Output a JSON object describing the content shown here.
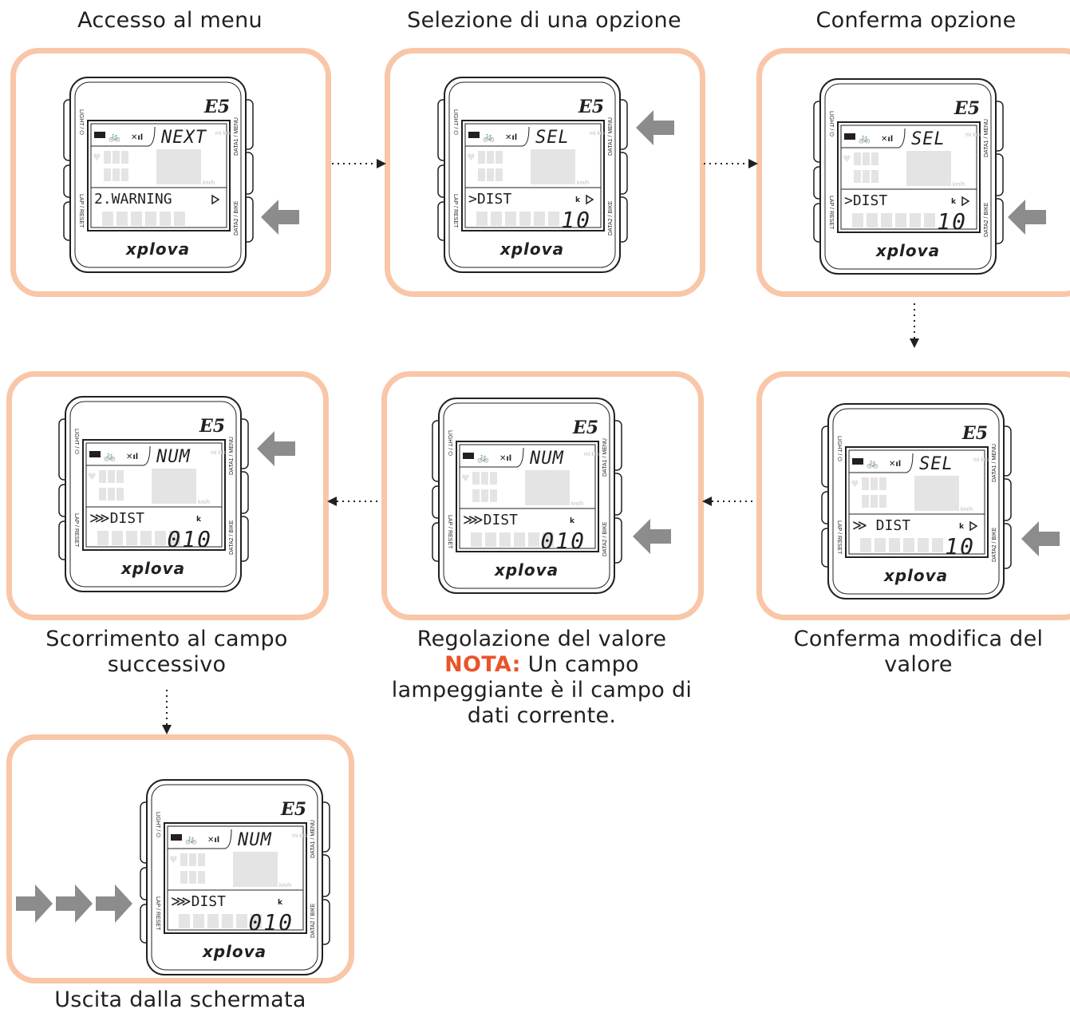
{
  "colors": {
    "panel_border": "#f9c6a8",
    "arrow": "#8c8c8c",
    "note": "#e8542a",
    "outline": "#231f20",
    "segment_ghost": "#e4e4e4"
  },
  "device": {
    "model": "E5",
    "brand": "xplova",
    "buttons": {
      "top_left": "LIGHT / ⏻",
      "bottom_left": "LAP / RESET",
      "top_right": "DATA1 / MENU",
      "bottom_right": "DATA2 / BIKE"
    },
    "units": {
      "dist": "mi km",
      "speed": "km/h",
      "speed_units": "mi km"
    }
  },
  "steps": [
    {
      "caption": "Accesso al menu",
      "top_text": "NEXT",
      "row_text": "2.WARNING",
      "row_icon": "play-icon",
      "value": "",
      "pressed": "bottom-right"
    },
    {
      "caption": "Selezione di una opzione",
      "top_text": "SEL",
      "row_text": ">DIST",
      "row_icon": "km-play-icon",
      "value": "10",
      "pressed": "top-right"
    },
    {
      "caption": "Conferma opzione",
      "top_text": "SEL",
      "row_text": ">DIST",
      "row_icon": "km-play-icon",
      "value": "10",
      "pressed": "bottom-right"
    },
    {
      "caption_lines": [
        "Conferma modifica del",
        "valore"
      ],
      "top_text": "SEL",
      "row_text": "≫ DIST",
      "row_icon": "km-play-icon",
      "value": "10",
      "pressed": "bottom-right"
    },
    {
      "caption": "Regolazione del valore",
      "note_label": "NOTA:",
      "note_lines": [
        " Un campo",
        "lampeggiante è il campo di",
        "dati corrente."
      ],
      "top_text": "NUM",
      "row_text": "⋙DIST",
      "row_icon": "km-icon",
      "value": "010",
      "pressed": "bottom-right"
    },
    {
      "caption_lines": [
        "Scorrimento al campo",
        "successivo"
      ],
      "top_text": "NUM",
      "row_text": "⋙DIST",
      "row_icon": "km-icon",
      "value": "010",
      "pressed": "top-right"
    },
    {
      "caption": "Uscita dalla schermata",
      "top_text": "NUM",
      "row_text": "⋙DIST",
      "row_icon": "km-icon",
      "value": "010",
      "pressed": "left-triple"
    }
  ]
}
